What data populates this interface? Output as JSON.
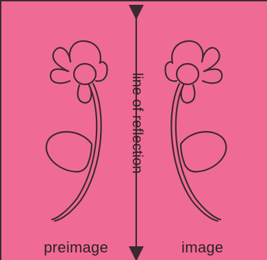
{
  "labels": {
    "preimage": "preimage",
    "image": "image",
    "line": "line of reflection"
  },
  "colors": {
    "background": "#ef6b95",
    "ink": "#3a2a30"
  }
}
